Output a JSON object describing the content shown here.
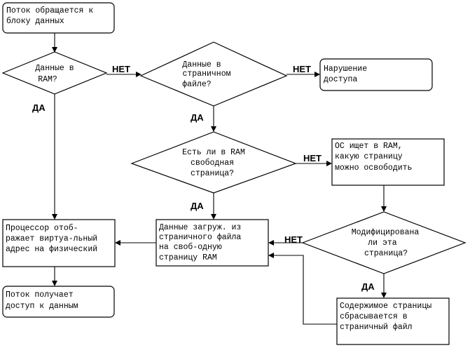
{
  "nodes": {
    "start": {
      "lines": [
        "Поток обращается к",
        "блоку данных"
      ]
    },
    "in_ram": {
      "lines": [
        "Данные в",
        "RAM?"
      ]
    },
    "in_pagefile": {
      "lines": [
        "Данные в",
        "страничном",
        "файле?"
      ]
    },
    "access_violation": {
      "lines": [
        "Нарушение",
        "доступа"
      ]
    },
    "free_page": {
      "lines": [
        "Есть ли в RAM",
        "свободная",
        "страница?"
      ]
    },
    "os_find_page": {
      "lines": [
        "ОС ищет в RAM,",
        "какую страницу",
        "можно освободить"
      ]
    },
    "processor_map": {
      "lines": [
        "Процессор отоб-",
        "ражает виртуа-льный",
        "адрес на физический"
      ]
    },
    "load_from_pagefile": {
      "lines": [
        "Данные загруж. из",
        "страничного файла",
        "на своб-одную",
        "страницу RAM"
      ]
    },
    "page_modified": {
      "lines": [
        "Модифицирована",
        "ли эта",
        "страница?"
      ]
    },
    "thread_access": {
      "lines": [
        "Поток получает",
        "доступ к данным"
      ]
    },
    "flush_page": {
      "lines": [
        "Содержимое страницы",
        "сбрасывается в",
        "страничный файл"
      ]
    }
  },
  "edge_labels": {
    "in_ram_no": "НЕТ",
    "in_ram_yes": "ДА",
    "pagefile_no": "НЕТ",
    "pagefile_yes": "ДА",
    "free_page_no": "НЕТ",
    "free_page_yes": "ДА",
    "modified_no": "НЕТ",
    "modified_yes": "ДА"
  }
}
